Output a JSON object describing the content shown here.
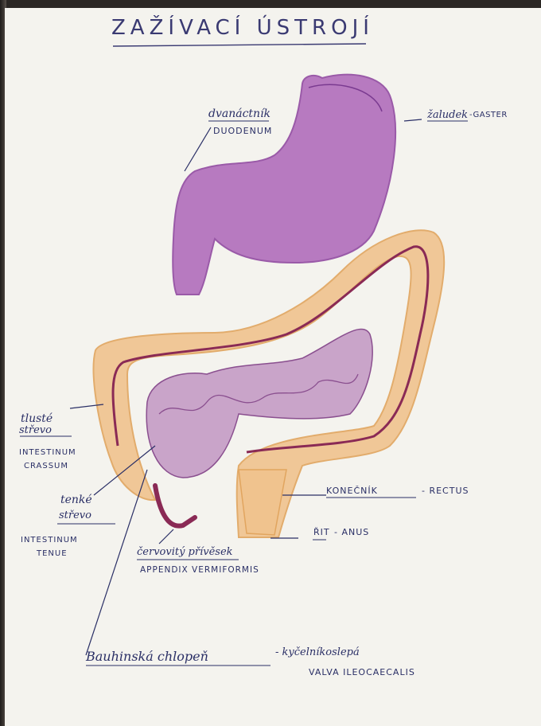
{
  "title": "ZAŽÍVACÍ ÚSTROJÍ",
  "labels": {
    "duodenum_cz": "dvanáctník",
    "duodenum_lat": "DUODENUM",
    "stomach_cz": "žaludek",
    "stomach_lat": "-GASTER",
    "colon_cz_1": "tlusté",
    "colon_cz_2": "střevo",
    "colon_lat_1": "INTESTINUM",
    "colon_lat_2": "CRASSUM",
    "small_cz_1": "tenké",
    "small_cz_2": "střevo",
    "small_lat_1": "INTESTINUM",
    "small_lat_2": "TENUE",
    "appendix_cz": "červovitý přívěsek",
    "appendix_lat": "APPENDIX VERMIFORMIS",
    "rectum_cz": "KONEČNÍK",
    "rectum_lat": "- RECTUS",
    "anus_cz": "ŘIT",
    "anus_lat": "- ANUS",
    "valve_cz": "Bauhinská chlopeň",
    "valve_cz2": "- kyčelníkoslepá",
    "valve_lat": "VALVA ILEOCAECALIS"
  },
  "colors": {
    "stomach": "#b77ac0",
    "colon_fill": "#f0c38e",
    "colon_line": "#8a2a55",
    "small_intestine": "#c9a4c9",
    "ink": "#2a2f66"
  }
}
